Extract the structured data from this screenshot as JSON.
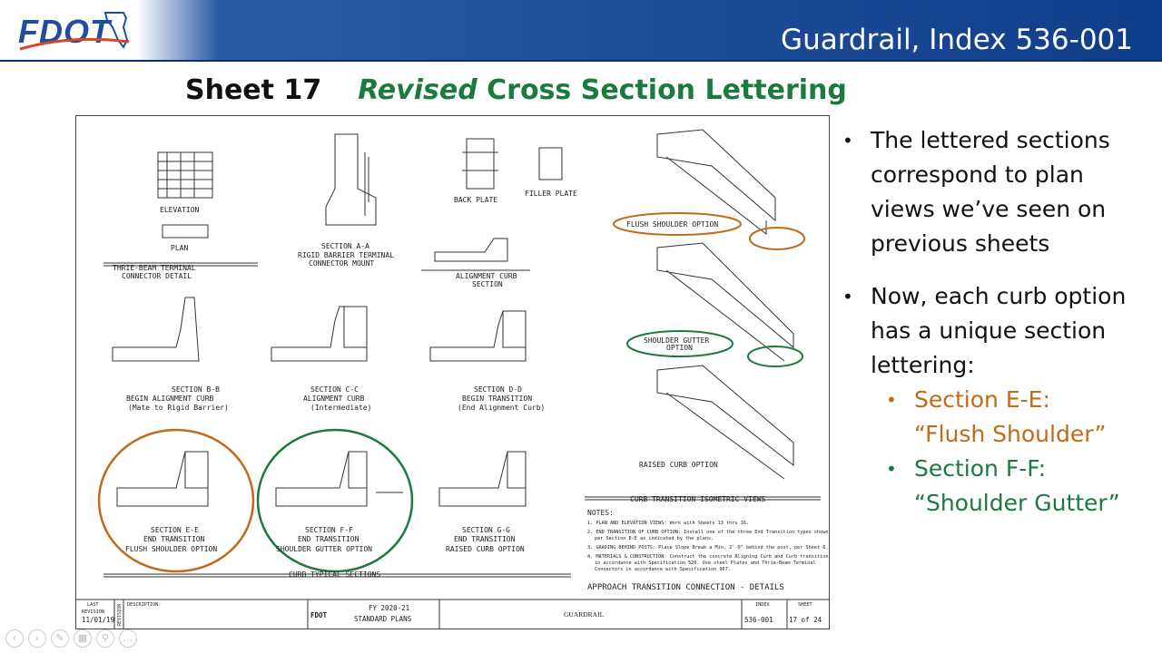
{
  "header": {
    "logo_text": "FDOT",
    "title": "Guardrail, Index 536-001"
  },
  "slide": {
    "sheet": "Sheet 17",
    "title_italic": "Revised",
    "title_rest": " Cross Section Lettering"
  },
  "bullets": [
    "The lettered sections correspond to plan views we’ve seen on previous sheets",
    "Now, each curb option has a unique section lettering:"
  ],
  "sub_bullets": [
    {
      "line1": "Section E-E:",
      "line2": "“Flush Shoulder”",
      "color": "#c06a1a"
    },
    {
      "line1": "Section F-F:",
      "line2": "“Shoulder Gutter”",
      "color": "#1b7a3e"
    }
  ],
  "drawing": {
    "elevation": "ELEVATION",
    "plan": "PLAN",
    "thrie_detail": "THRIE-BEAM TERMINAL",
    "connector_detail": "CONNECTOR DETAIL",
    "section_aa": "SECTION A-A",
    "rigid_barrier": "RIGID BARRIER TERMINAL",
    "connector_mount": "CONNECTOR MOUNT",
    "back_plate": "BACK PLATE",
    "filler_plate": "FILLER PLATE",
    "alignment_curb": "ALIGNMENT CURB",
    "section": "SECTION",
    "flush_option": "FLUSH SHOULDER OPTION",
    "gutter_option_1": "SHOULDER GUTTER",
    "gutter_option_2": "OPTION",
    "raised_option": "RAISED CURB OPTION",
    "section_bb": "SECTION B-B",
    "bb_sub": "BEGIN ALIGNMENT CURB",
    "bb_sub2": "(Mate to Rigid Barrier)",
    "section_cc": "SECTION C-C",
    "cc_sub": "ALIGNMENT CURB",
    "cc_sub2": "(Intermediate)",
    "section_dd": "SECTION D-D",
    "dd_sub": "BEGIN TRANSITION",
    "dd_sub2": "(End Alignment Curb)",
    "section_ee": "SECTION E-E",
    "ee_sub": "END TRANSITION",
    "ee_sub2": "FLUSH SHOULDER OPTION",
    "section_ff": "SECTION F-F",
    "ff_sub": "END TRANSITION",
    "ff_sub2": "SHOULDER GUTTER OPTION",
    "section_gg": "SECTION G-G",
    "gg_sub": "END TRANSITION",
    "gg_sub2": "RAISED CURB OPTION",
    "curb_typical": "CURB TYPICAL SECTIONS",
    "iso_views": "CURB TRANSITION ISOMETRIC VIEWS",
    "notes_title": "NOTES:",
    "note1": "1. PLAN AND ELEVATION VIEWS: Work with Sheets 13 thru 16.",
    "note2": "2. END TRANSITION OF CURB OPTION: Install one of the three End Transition types shown",
    "note2b": "per Section E-E as indicated by the plans.",
    "note3": "3. GRADING BEHIND POSTS: Place Slope Break a Min. 2'-0\" behind the post, per Sheet 6.",
    "note4": "4. MATERIALS & CONSTRUCTION: Construct the concrete Aligning Curb and Curb transition",
    "note4b": "in accordance with Specification 520. Use steel Plates and Thrie-Beam Terminal",
    "note4c": "Connectors in accordance with Specification 967.",
    "approach": "APPROACH TRANSITION CONNECTION - DETAILS",
    "last_revision": "LAST",
    "last_revision2": "REVISION",
    "rev_date": "11/01/19",
    "revision_vert": "REVISION",
    "description": "DESCRIPTION:",
    "fy": "FY  2020-21",
    "standard_plans": "STANDARD PLANS",
    "guardrail": "GUARDRAIL",
    "index_label": "INDEX",
    "index_value": "536-001",
    "sheet_label": "SHEET",
    "sheet_value": "17 of 24",
    "fdot_small": "FDOT"
  },
  "colors": {
    "orange": "#c06a1a",
    "green": "#1b7a3e",
    "header_blue": "#103d8a"
  }
}
